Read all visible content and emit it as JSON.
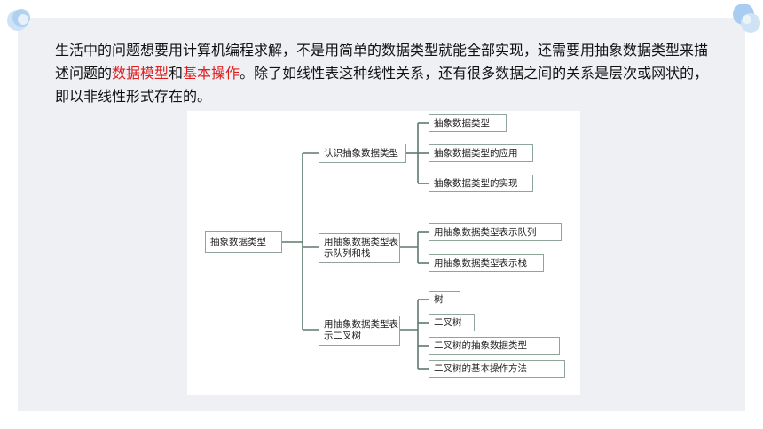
{
  "paragraph": {
    "part1": "生活中的问题想要用计算机编程求解，不是用简单的数据类型就能全部实现，还需要用抽象数据类型来描述问题的",
    "highlight1": "数据模型",
    "connector": "和",
    "highlight2": "基本操作",
    "part2": "。除了如线性表这种线性关系，还有很多数据之间的关系是层次或网状的，即以非线性形式存在的。"
  },
  "mindmap": {
    "root": "抽象数据类型",
    "branches": [
      {
        "label": "认识抽象数据类型",
        "children": [
          "抽象数据类型",
          "抽象数据类型的应用",
          "抽象数据类型的实现"
        ]
      },
      {
        "label": "用抽象数据类型表示队列和栈",
        "children": [
          "用抽象数据类型表示队列",
          "用抽象数据类型表示栈"
        ]
      },
      {
        "label": "用抽象数据类型表示二叉树",
        "children": [
          "树",
          "二叉树",
          "二叉树的抽象数据类型",
          "二叉树的基本操作方法"
        ]
      }
    ]
  },
  "colors": {
    "highlight": "#e01e1e",
    "line": "#5d7a6c",
    "panel": "#eef0f4",
    "deco": "#a9cdf0"
  }
}
